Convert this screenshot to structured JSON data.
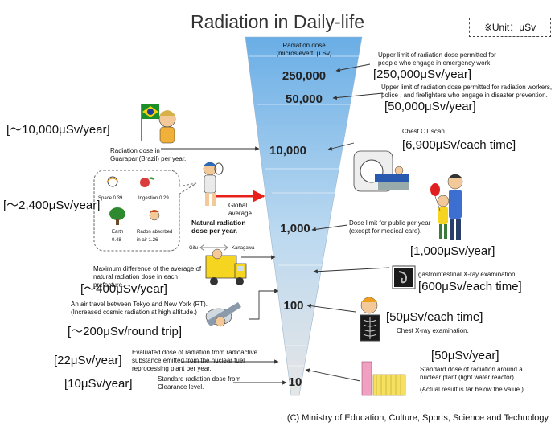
{
  "title": "Radiation in Daily-life",
  "unit_label": "※Unit：μSv",
  "funnel": {
    "header": "Radiation dose\n(microsievert: μ Sv)",
    "ticks": [
      "250,000",
      "50,000",
      "10,000",
      "1,000",
      "100",
      "10"
    ]
  },
  "right": {
    "emergency_desc": "Upper limit of radiation dose permitted for\npeople who engage in emergency work.",
    "emergency_value": "[250,000μSv/year]",
    "workers_desc": "Upper limit of radiation dose permitted for radiation workers,\npolice , and firefighters who engage in  disaster prevention.",
    "workers_value": "[50,000μSv/year]",
    "ct_desc": "Chest CT scan",
    "ct_value": "[6,900μSv/each time]",
    "public_desc": "Dose limit for public per year\n(except for medical care).",
    "public_value": "[1,000μSv/year]",
    "gi_desc": "gastrointestinal X-ray examination.",
    "gi_value": "[600μSv/each time]",
    "xray_value": "[50μSv/each time]",
    "xray_desc": "Chest X-ray examination.",
    "plant_value": "[50μSv/year]",
    "plant_desc": "Standard dose of radiation around a\nnuclear plant (light water reactor).",
    "plant_note": "(Actual result is far below the value.)"
  },
  "left": {
    "brazil_value": "[～10,000μSv/year]",
    "brazil_desc": "Radiation dose in\nGuarapari(Brazil) per year.",
    "natural_value": "[～2,400μSv/year]",
    "space": "Space 0.39",
    "ingestion": "Ingestion 0.29",
    "earth": "Earth\n0.48",
    "radon": "Radon absorbed\nin air  1.26",
    "global_avg": "Global\naverage",
    "natural_desc": "Natural radiation\ndose per year.",
    "gifu": "Gifu",
    "kanagawa": "Kanagawa",
    "prefecture_desc": "Maximum difference of the average of\nnatural radiation dose in each prefecture.",
    "prefecture_value": "[～400μSv/year]",
    "air_desc": "An air travel between Tokyo and New York (RT).\n(Increased cosmic radiation at high altitude.)",
    "air_value": "[～200μSv/round trip]",
    "reprocessing_value": "[22μSv/year]",
    "reprocessing_desc": "Evaluated dose of radiation from radioactive\nsubstance emitted from the nuclear fuel\nreprocessing plant per year.",
    "clearance_value": "[10μSv/year]",
    "clearance_desc": "Standard radiation dose from\nClearance level."
  },
  "copyright": "(C) Ministry of Education, Culture, Sports, Science and Technology",
  "colors": {
    "funnel_top": "#6aaee6",
    "funnel_bottom": "#e4e4e4",
    "arrow_red": "#e8201c"
  }
}
